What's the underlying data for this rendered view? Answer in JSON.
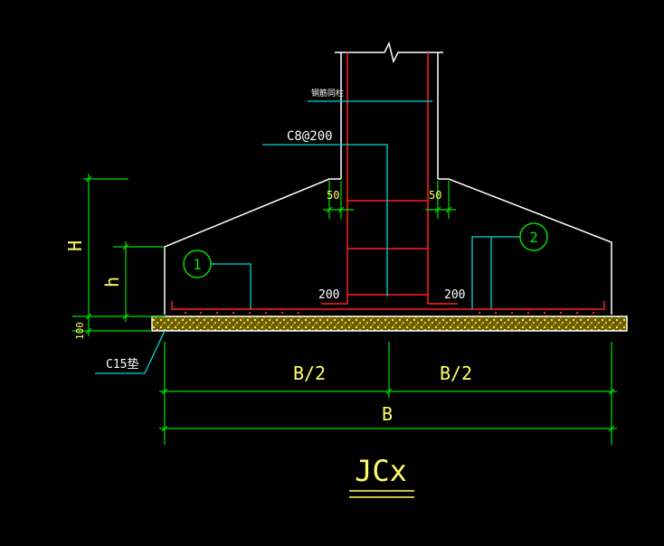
{
  "drawing": {
    "title": "JCx",
    "leaders": {
      "column_rebar": "钢筋同柱",
      "stirrup": "C8@200",
      "cushion": "C15垫"
    },
    "dims": {
      "left_offset": "50",
      "right_offset": "50",
      "left_200": "200",
      "right_200": "200",
      "half_left": "B/2",
      "half_right": "B/2",
      "full_width": "B",
      "total_height": "H",
      "edge_height": "h",
      "cushion_thickness": "100"
    },
    "markers": {
      "bar1": "1",
      "bar2": "2"
    }
  },
  "colors": {
    "background": "#000000",
    "outline": "#ffffff",
    "rebar": "#ff2020",
    "dimension": "#00e000",
    "leader": "#00d8d8",
    "text_yellow": "#ffff66",
    "cushion_fill": "#c8b400"
  }
}
